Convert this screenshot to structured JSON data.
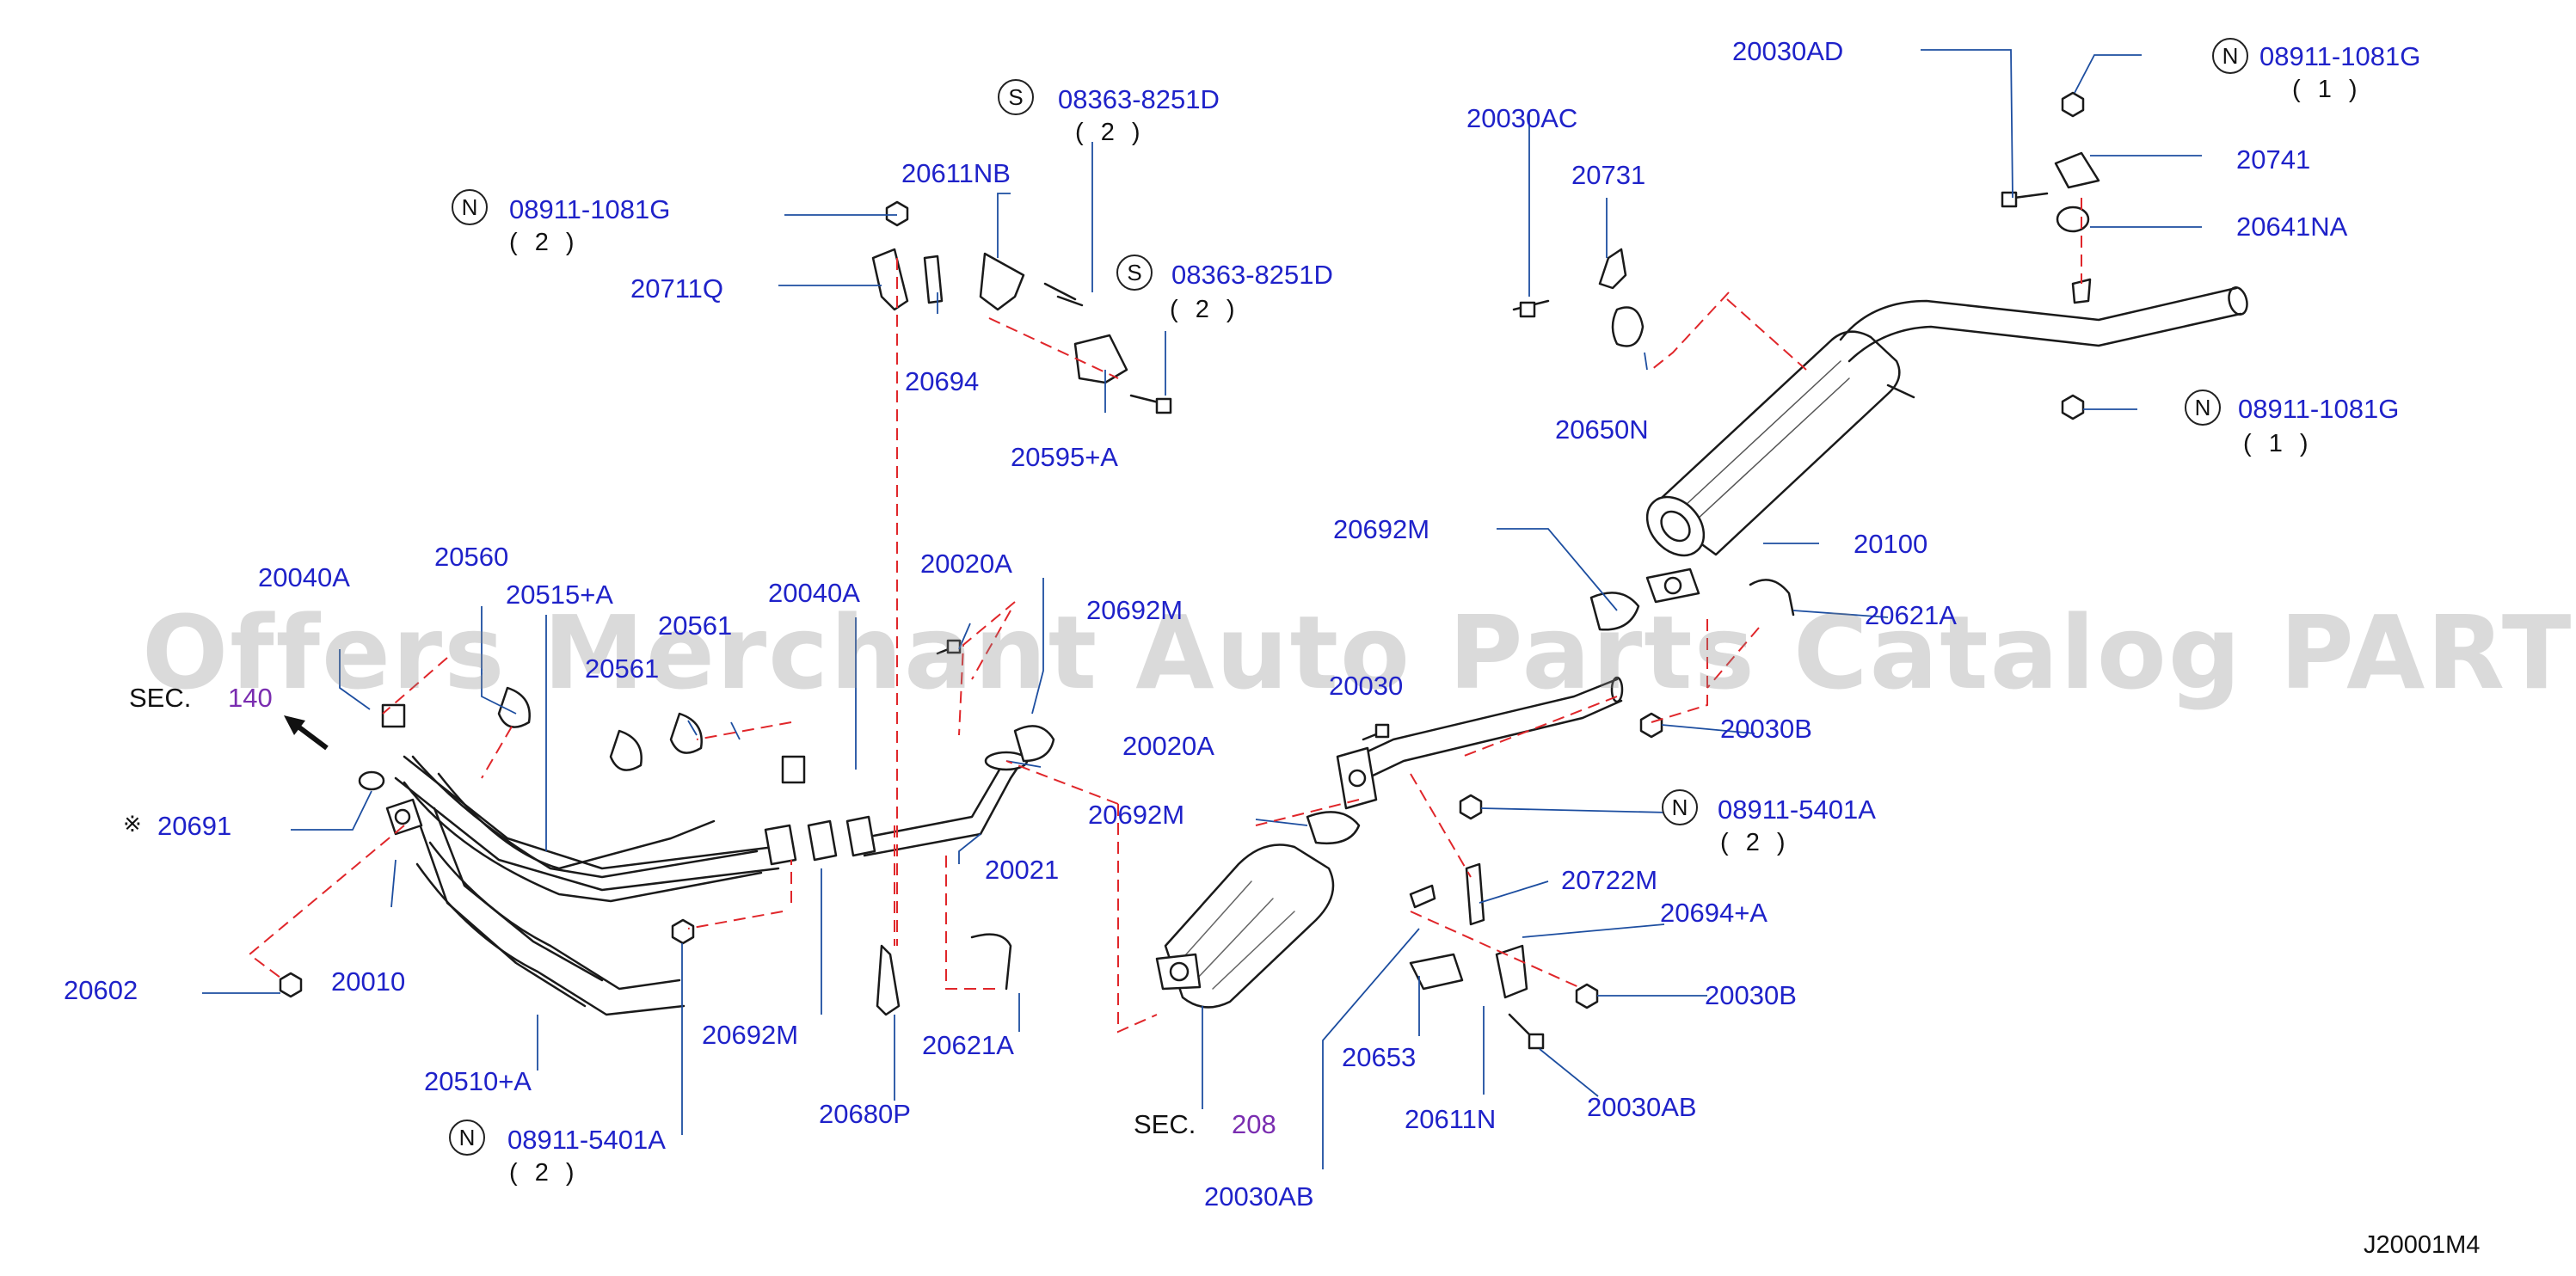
{
  "watermark": "Offers Merchant Auto Parts Catalog PARTSTORE.SA",
  "diagram_code": "J20001M4",
  "sec_refs": {
    "sec_prefix": "SEC.",
    "sec_140": "140",
    "sec_208": "208"
  },
  "ref_mark": "※",
  "quantities": {
    "q2": "( 2 )",
    "q1": "( 1 )"
  },
  "symbols": {
    "N": "N",
    "S": "S"
  },
  "parts": {
    "p20030AD": "20030AD",
    "p08911_1081G_top": "08911-1081G",
    "p20741": "20741",
    "p20641NA": "20641NA",
    "p08911_1081G_right": "08911-1081G",
    "p20030AC": "20030AC",
    "p20731": "20731",
    "p20650N": "20650N",
    "p08363_8251D_a": "08363-8251D",
    "p08363_8251D_b": "08363-8251D",
    "p20611NB": "20611NB",
    "p08911_1081G_left": "08911-1081G",
    "p20711Q": "20711Q",
    "p20694": "20694",
    "p20595A": "20595+A",
    "p20692M_a": "20692M",
    "p20100": "20100",
    "p20621A_r": "20621A",
    "p20030": "20030",
    "p20030B_a": "20030B",
    "p08911_5401A_r": "08911-5401A",
    "p20020A_a": "20020A",
    "p20020A_b": "20020A",
    "p20692M_b": "20692M",
    "p20692M_c": "20692M",
    "p20040A_l": "20040A",
    "p20560": "20560",
    "p20515A": "20515+A",
    "p20561": "20561",
    "p20561b": "20561",
    "p20040A_m": "20040A",
    "p20691": "20691",
    "p20602": "20602",
    "p20010": "20010",
    "p20021": "20021",
    "p20510A": "20510+A",
    "p20692M_d": "20692M",
    "p20621A_l": "20621A",
    "p20680P": "20680P",
    "p08911_5401A_l": "08911-5401A",
    "p20722M": "20722M",
    "p20694A": "20694+A",
    "p20030B_b": "20030B",
    "p20653": "20653",
    "p20611N": "20611N",
    "p20030AB_a": "20030AB",
    "p20030AB_b": "20030AB"
  }
}
